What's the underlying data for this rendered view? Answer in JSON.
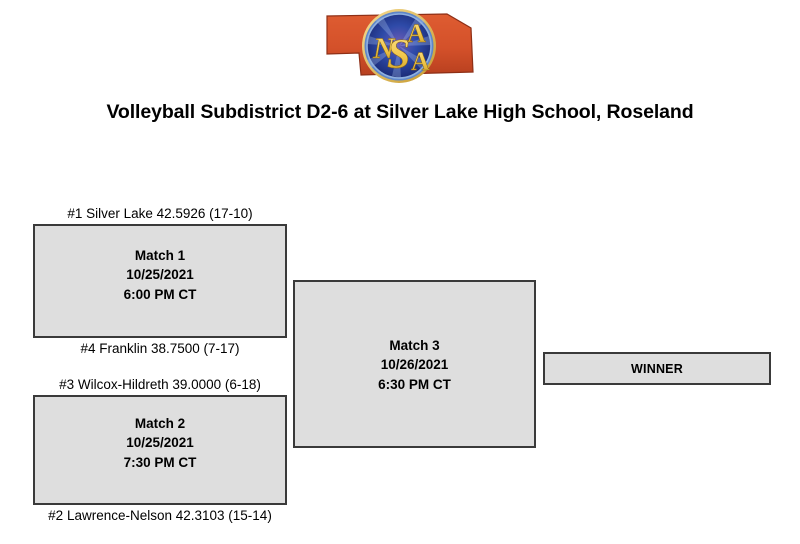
{
  "header": {
    "logo_alt": "NSAA Nebraska School Activities Association logo",
    "logo_letters": "NSAA",
    "logo_colors": {
      "state_red": "#D4512A",
      "state_red_dark": "#B23D1E",
      "emblem_blue": "#1E3D96",
      "emblem_blue_light": "#4A6FD0",
      "emblem_purple": "#7A3E9E",
      "letter_gold": "#F2C94C",
      "ring_gold": "#E8C35A"
    }
  },
  "title": "Volleyball Subdistrict D2-6 at Silver Lake High School, Roseland",
  "bracket": {
    "seeds": [
      {
        "id": "seed-1",
        "text": "#1 Silver Lake 42.5926 (17-10)",
        "seed": "#1",
        "team": "Silver Lake",
        "rating": "42.5926",
        "record": "(17-10)"
      },
      {
        "id": "seed-4",
        "text": "#4 Franklin 38.7500 (7-17)",
        "seed": "#4",
        "team": "Franklin",
        "rating": "38.7500",
        "record": "(7-17)"
      },
      {
        "id": "seed-3",
        "text": "#3 Wilcox-Hildreth 39.0000 (6-18)",
        "seed": "#3",
        "team": "Wilcox-Hildreth",
        "rating": "39.0000",
        "record": "(6-18)"
      },
      {
        "id": "seed-2",
        "text": "#2 Lawrence-Nelson 42.3103 (15-14)",
        "seed": "#2",
        "team": "Lawrence-Nelson",
        "rating": "42.3103",
        "record": "(15-14)"
      }
    ],
    "matches": [
      {
        "id": "match-1",
        "name": "Match 1",
        "date": "10/25/2021",
        "time": "6:00 PM CT"
      },
      {
        "id": "match-2",
        "name": "Match 2",
        "date": "10/25/2021",
        "time": "7:30 PM CT"
      },
      {
        "id": "match-3",
        "name": "Match 3",
        "date": "10/26/2021",
        "time": "6:30 PM CT"
      }
    ],
    "winner": {
      "label": "WINNER"
    },
    "box_fill": "#DEDEDE",
    "box_border": "#3A3A3A"
  }
}
